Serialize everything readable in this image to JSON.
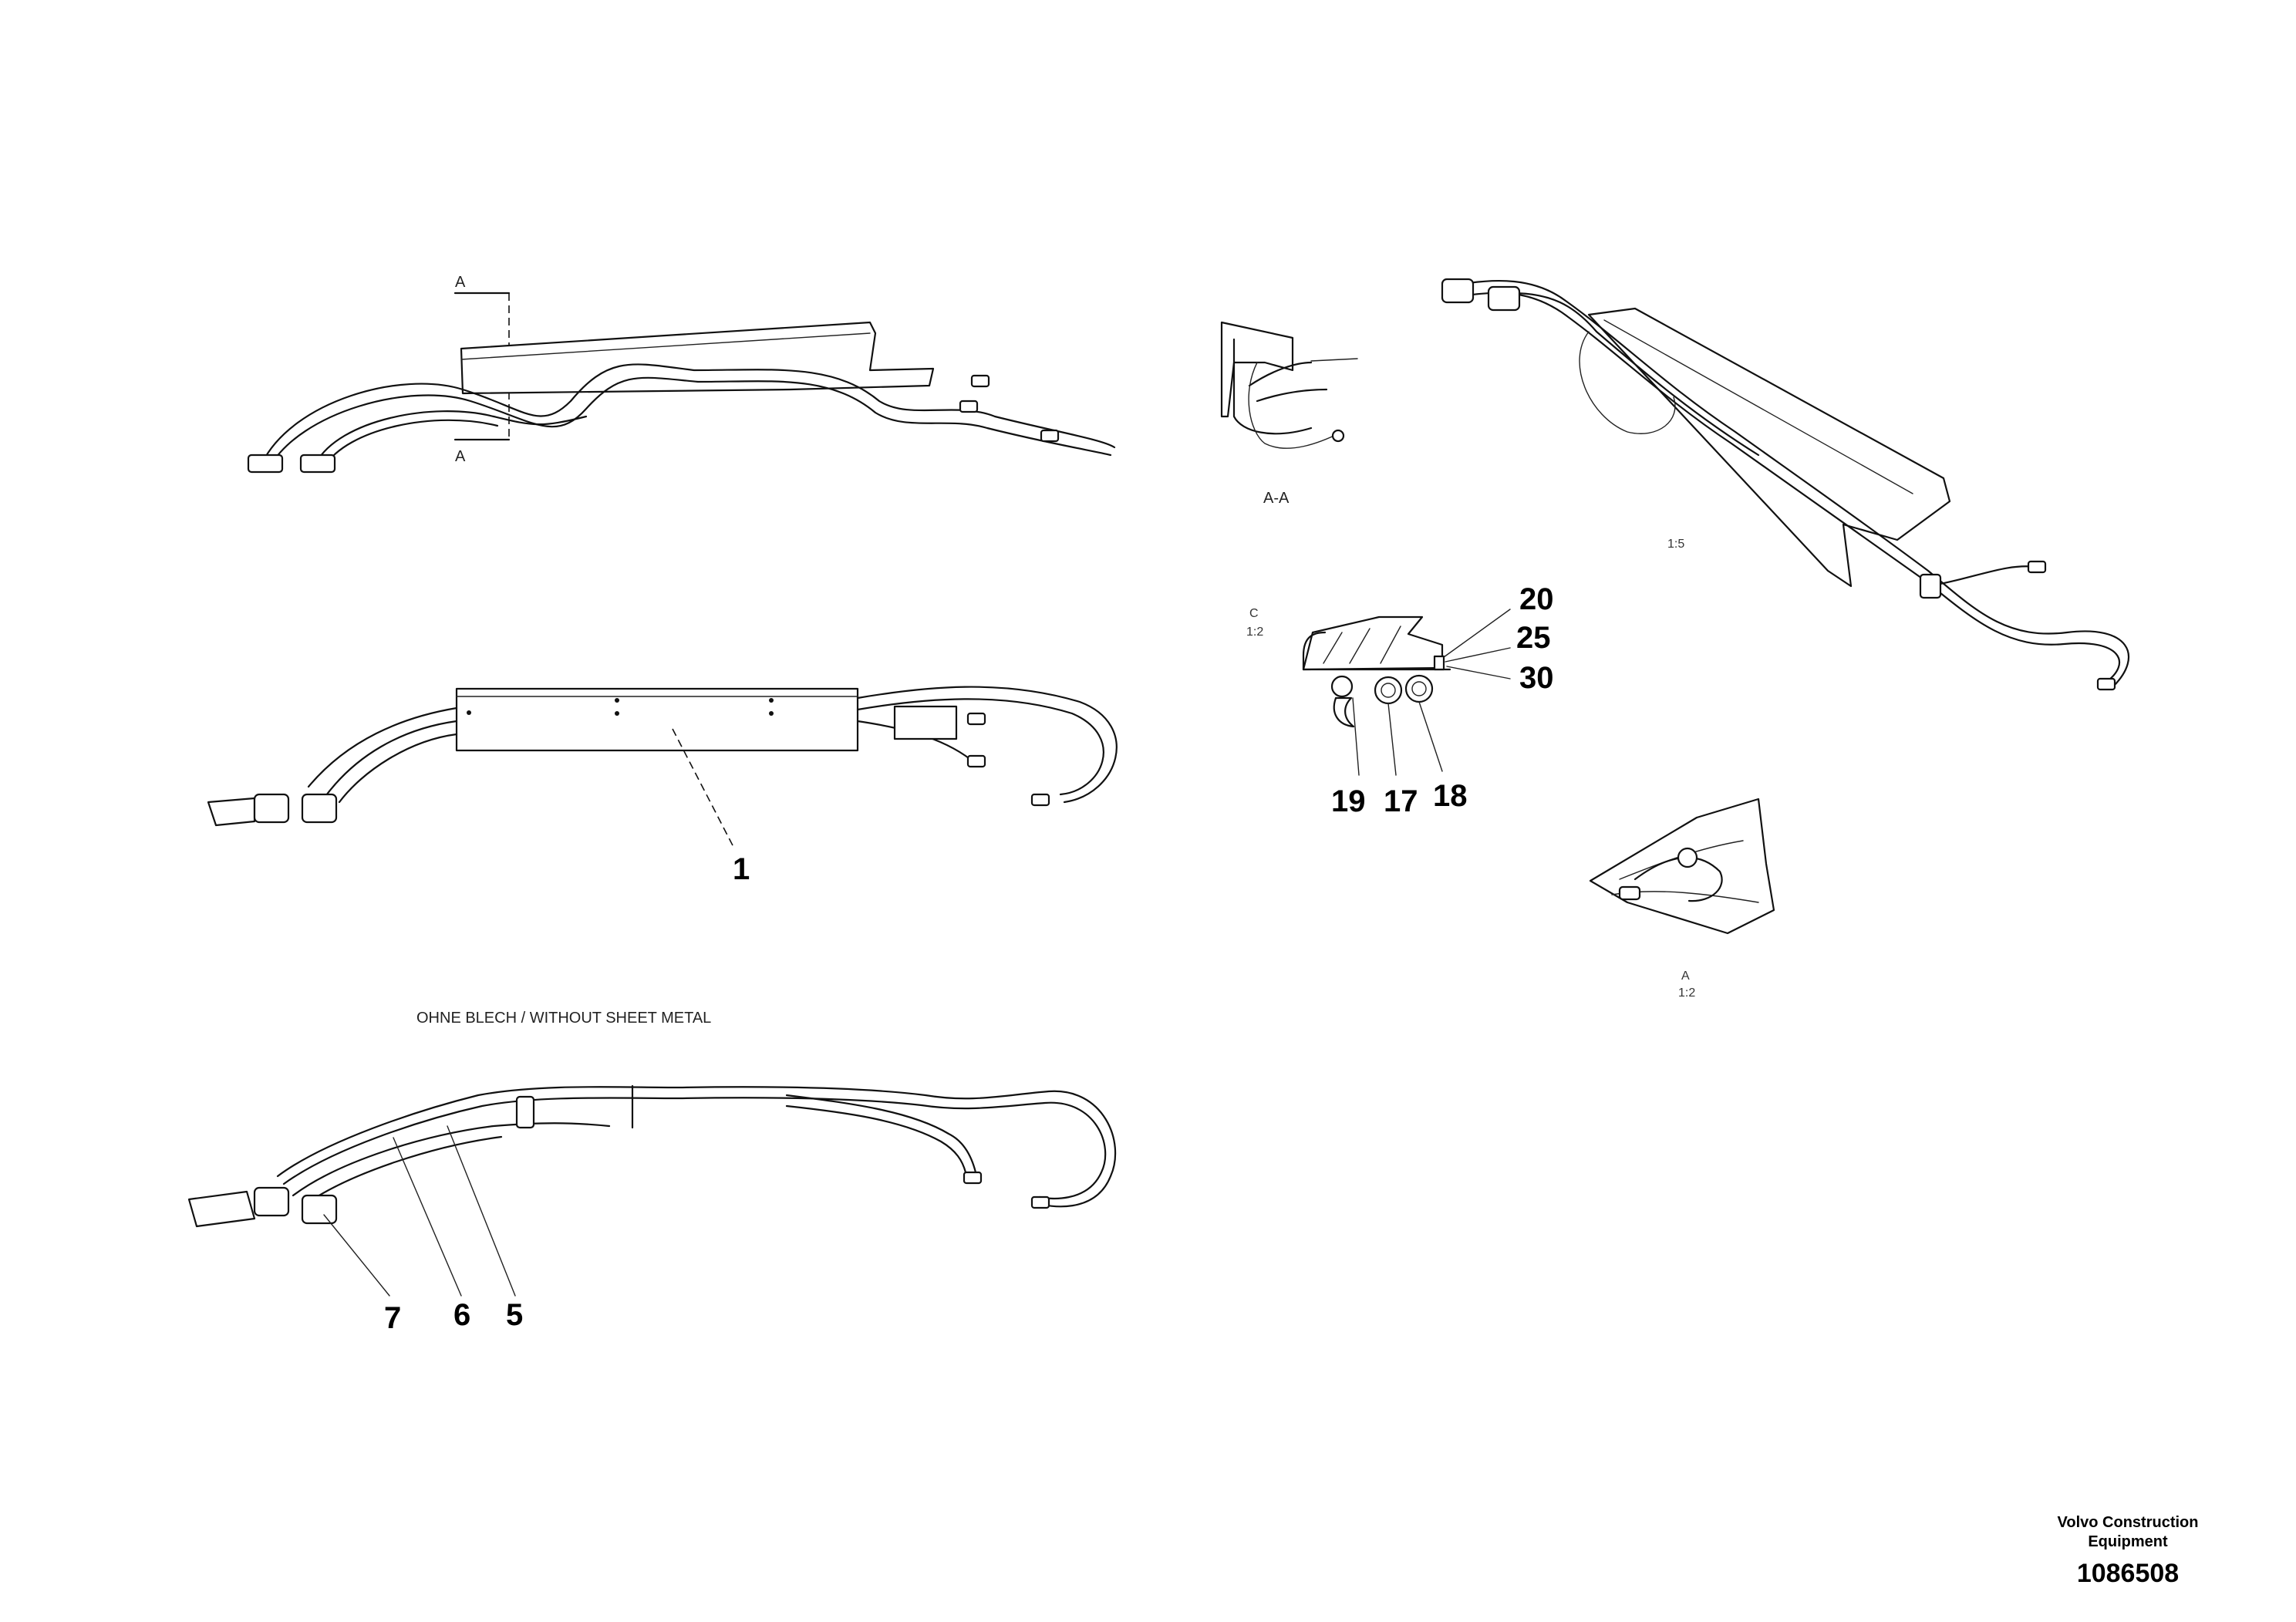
{
  "views": {
    "section_a_top": "A",
    "section_a_bottom": "A",
    "section_aa": "A-A",
    "without_sheet_metal": "OHNE BLECH / WITHOUT SHEET METAL",
    "scale_iso": "1:5",
    "detail_c_letter": "C",
    "detail_c_scale": "1:2",
    "detail_a_letter": "A",
    "detail_a_scale": "1:2"
  },
  "callouts": {
    "c1": "1",
    "c5": "5",
    "c6": "6",
    "c7": "7",
    "c17": "17",
    "c18": "18",
    "c19": "19",
    "c20": "20",
    "c25": "25",
    "c30": "30"
  },
  "footer": {
    "company_line1": "Volvo Construction",
    "company_line2": "Equipment",
    "drawing_number": "1086508"
  }
}
